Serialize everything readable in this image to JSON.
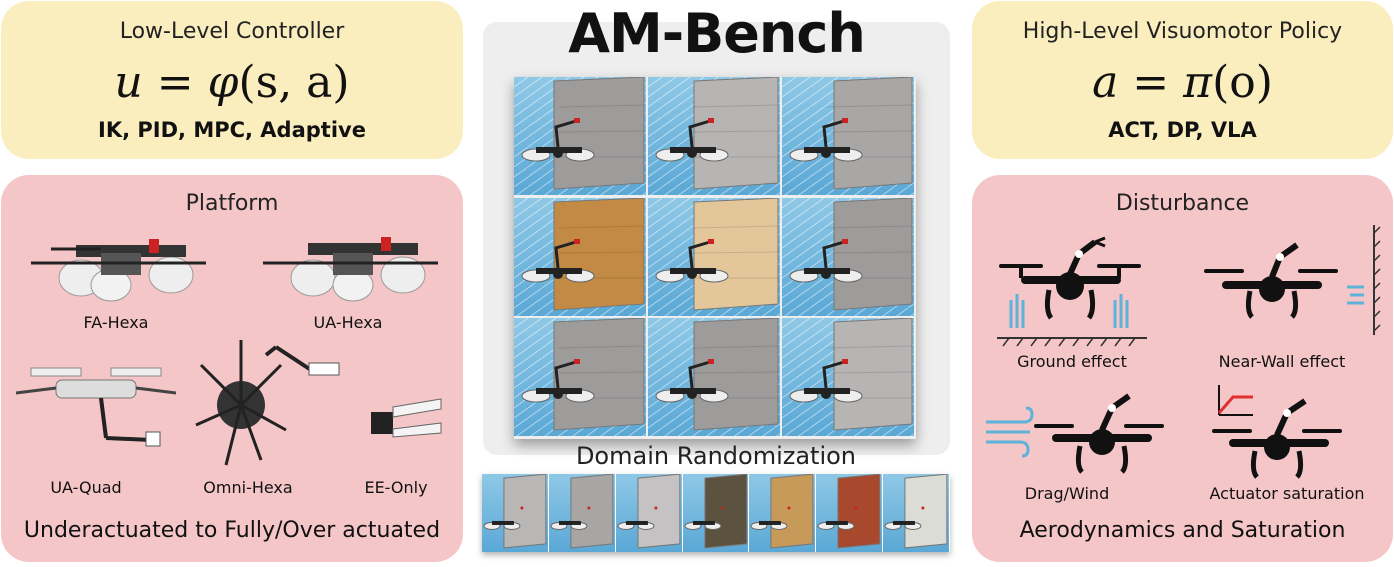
{
  "title": "AM-Bench",
  "low_level": {
    "title": "Low-Level Controller",
    "formula_lhs": "u",
    "formula_eq": "=",
    "formula_fn": "φ",
    "formula_args": "(s, a)",
    "methods": "IK, PID, MPC, Adaptive"
  },
  "high_level": {
    "title": "High-Level Visuomotor Policy",
    "formula_lhs": "a",
    "formula_eq": "=",
    "formula_fn": "π",
    "formula_args": "(o)",
    "methods": "ACT, DP, VLA"
  },
  "platform": {
    "title": "Platform",
    "items": [
      "FA-Hexa",
      "UA-Hexa",
      "UA-Quad",
      "Omni-Hexa",
      "EE-Only"
    ],
    "footer": "Underactuated to Fully/Over actuated"
  },
  "disturbance": {
    "title": "Disturbance",
    "items": [
      "Ground effect",
      "Near-Wall effect",
      "Drag/Wind",
      "Actuator saturation"
    ],
    "footer": "Aerodynamics and Saturation"
  },
  "domain_randomization": {
    "title": "Domain Randomization",
    "wall_colors": [
      "#b9b6b6",
      "#a8a5a5",
      "#c4c2c2",
      "#5c5240",
      "#c89a5a",
      "#a8492e",
      "#dcdcd6"
    ]
  },
  "task_wall_colors": [
    "#9e9b9b",
    "#b7b4b4",
    "#a9a6a6",
    "#c28a45",
    "#e3c79a",
    "#9e9b9b",
    "#9e9b9b",
    "#9e9b9b",
    "#b7b4b4"
  ],
  "colors": {
    "yellow_panel": "#fbeebe",
    "pink_panel": "#f4c6c7",
    "center_panel": "#eeeeee",
    "wind_icon": "#5fb3d9"
  }
}
